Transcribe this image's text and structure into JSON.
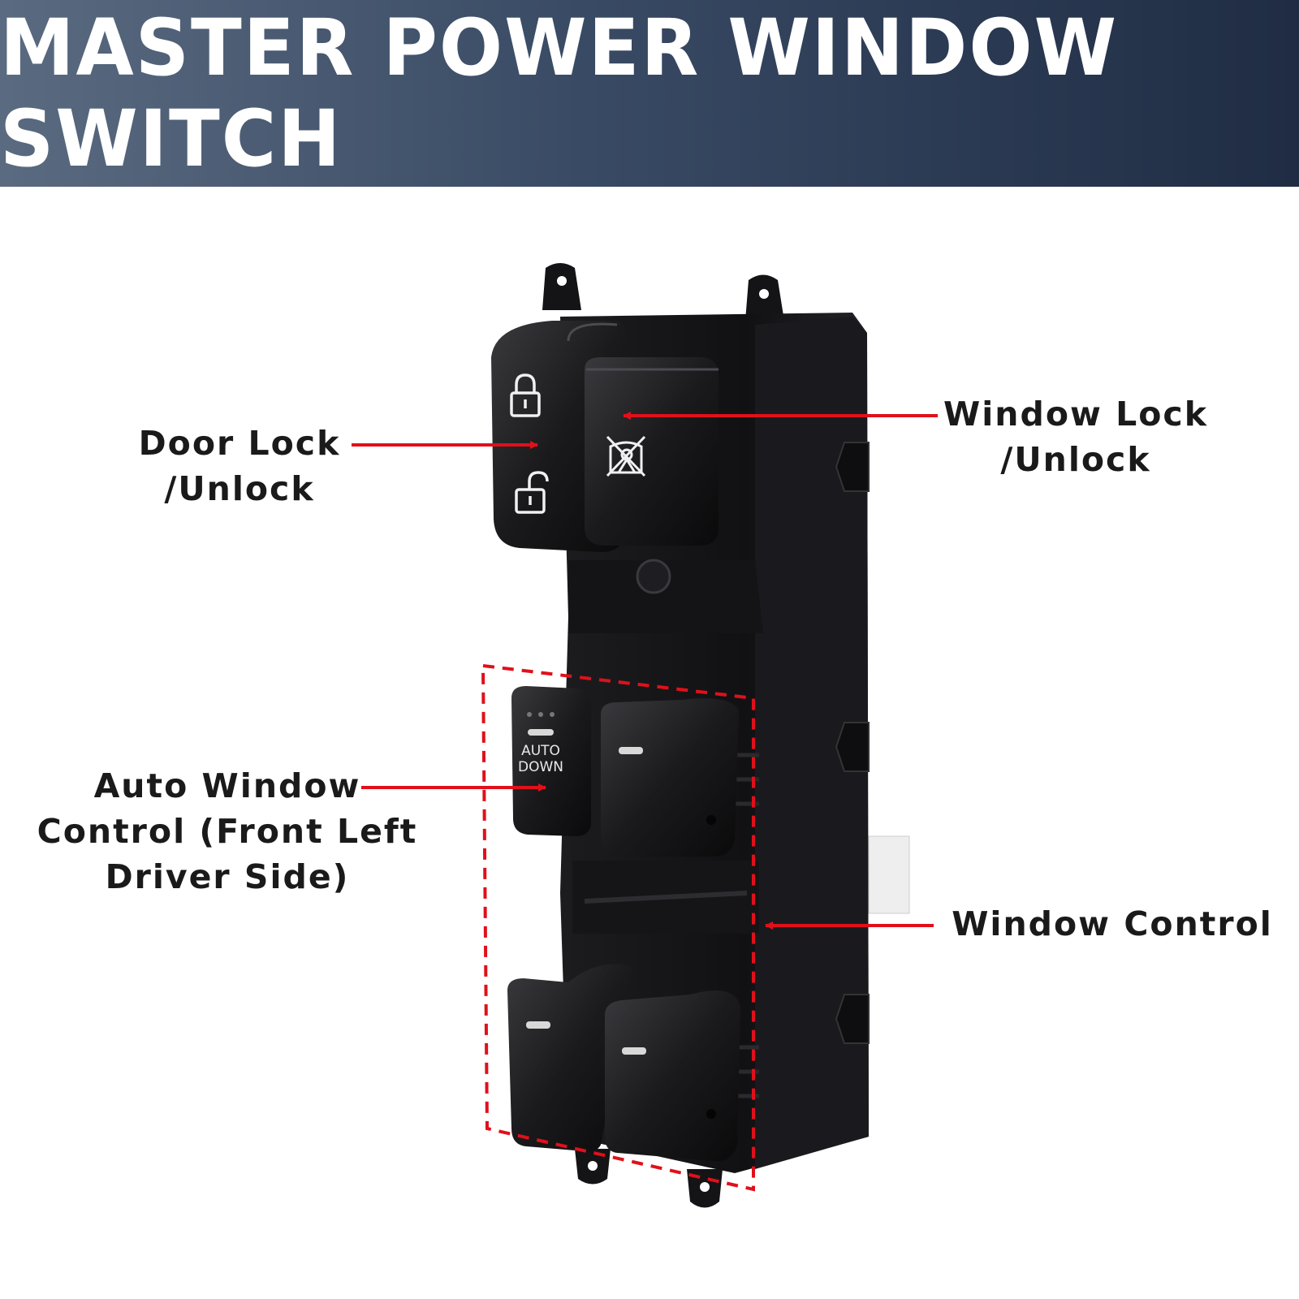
{
  "banner": {
    "title": "MASTER POWER WINDOW SWITCH",
    "gradient": [
      "#5a6a80",
      "#1f2c44"
    ]
  },
  "callouts": {
    "door_lock": {
      "line1": "Door Lock",
      "line2": "/Unlock"
    },
    "window_lock": {
      "line1": "Window Lock",
      "line2": "/Unlock"
    },
    "auto_window": {
      "line1": "Auto Window",
      "line2": "Control (Front Left",
      "line3": "Driver Side)"
    },
    "window_control": {
      "line1": "Window Control"
    }
  },
  "switch": {
    "auto_line1": "AUTO",
    "auto_line2": "DOWN"
  },
  "colors": {
    "arrow": "#e0101a",
    "highlight_box": "#e0101a",
    "housing": "#121214"
  },
  "icons": [
    "lock-closed-icon",
    "lock-open-icon",
    "window-lock-icon"
  ]
}
